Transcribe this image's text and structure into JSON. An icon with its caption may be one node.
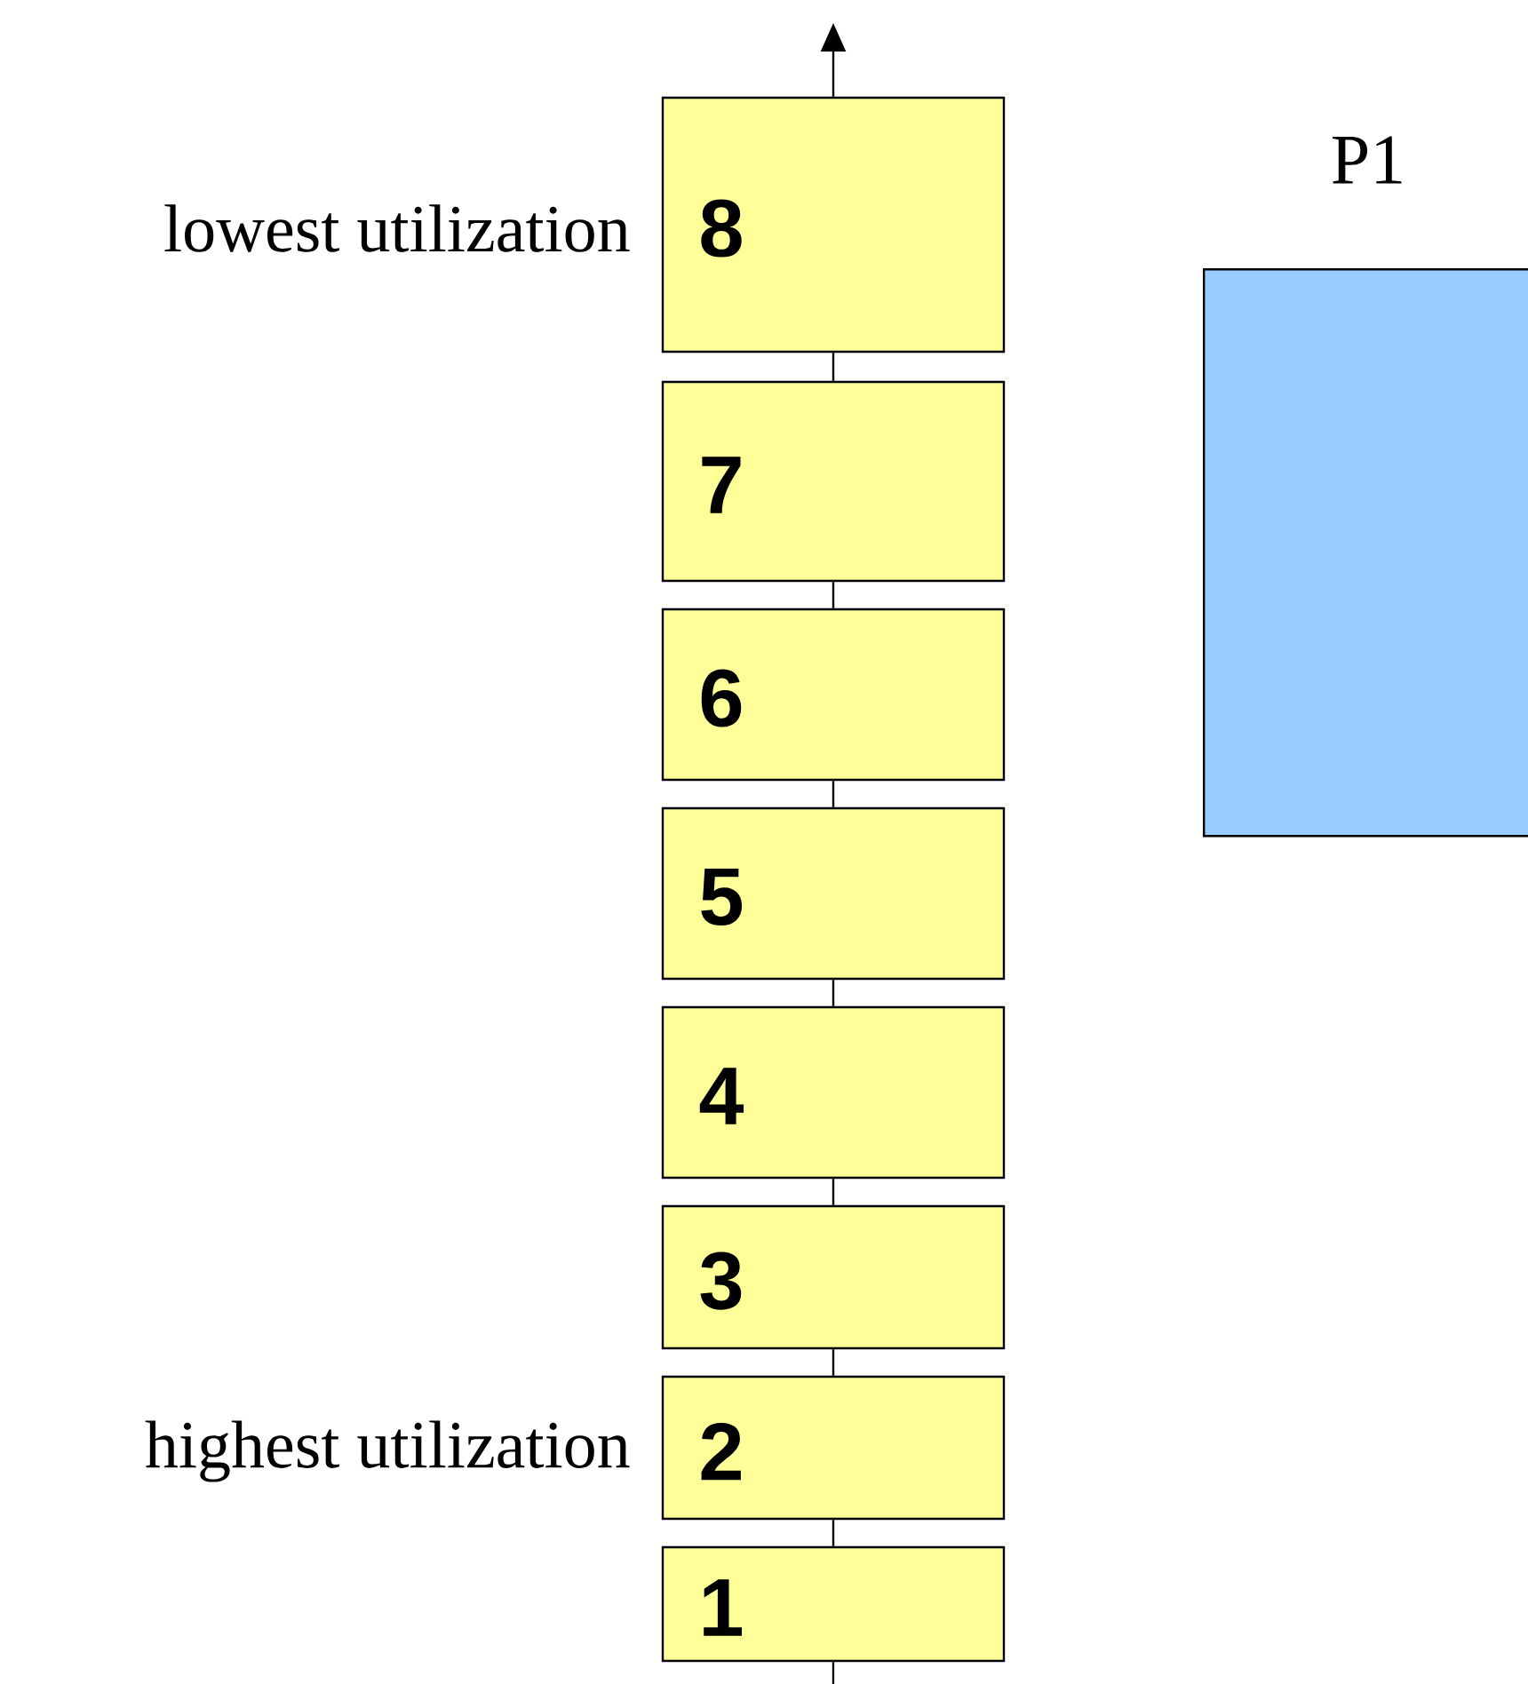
{
  "diagram": {
    "nodes": [
      {
        "text": [
          "8"
        ],
        "beside": [
          "lowest utilization"
        ]
      },
      {
        "text": [
          "7"
        ]
      },
      {
        "text": [
          "6"
        ]
      },
      {
        "text": [
          "5"
        ]
      },
      {
        "text": [
          "4"
        ]
      },
      {
        "text": [
          "3"
        ]
      },
      {
        "text": [
          "2"
        ],
        "beside": [
          "highest utilization"
        ]
      },
      {
        "text": [
          "1"
        ]
      },
      {
        "text": [
          "P1"
        ]
      }
    ],
    "edges": [
      {
        "from": null,
        "to": 7,
        "arrow": "none"
      },
      {
        "from": 7,
        "to": 6,
        "arrow": "none"
      },
      {
        "from": 6,
        "to": 5,
        "arrow": "none"
      },
      {
        "from": 5,
        "to": 4,
        "arrow": "none"
      },
      {
        "from": 4,
        "to": 3,
        "arrow": "none"
      },
      {
        "from": 3,
        "to": 2,
        "arrow": "none"
      },
      {
        "from": 2,
        "to": 1,
        "arrow": "none"
      },
      {
        "from": 1,
        "to": 0,
        "arrow": "none"
      },
      {
        "from": 0,
        "to": null,
        "arrow": "to"
      }
    ]
  }
}
